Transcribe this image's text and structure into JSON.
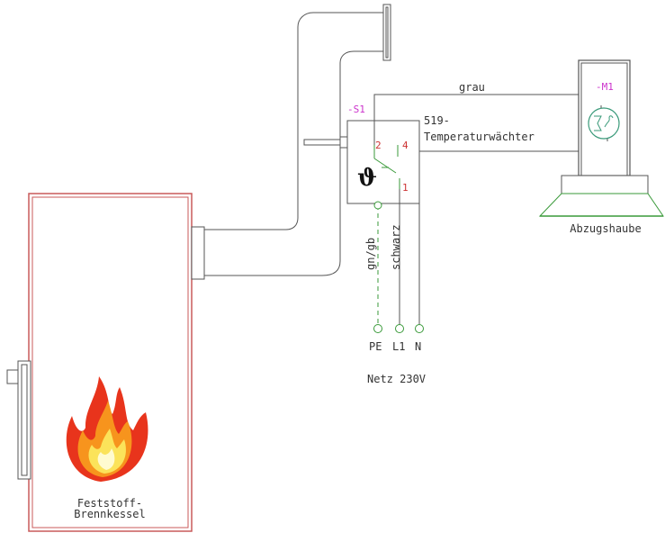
{
  "labels": {
    "s1": "-S1",
    "m1": "-M1",
    "grau": "grau",
    "thermostat_line1": "519-",
    "thermostat_line2": "Temperaturwächter",
    "abzugshaube": "Abzugshaube",
    "gngb": "gn/gb",
    "schwarz": "schwarz",
    "pe": "PE",
    "l1": "L1",
    "n": "N",
    "netz": "Netz 230V",
    "kessel_line1": "Feststoff-",
    "kessel_line2": "Brennkessel",
    "theta": "ϑ",
    "terminal_2": "2",
    "terminal_4": "4",
    "terminal_1": "1"
  },
  "colors": {
    "line": "#555555",
    "magenta": "#cc33cc",
    "red_terminal": "#cc3333",
    "kessel_border": "#c85a5a",
    "green": "#3a9a3a",
    "motor": "#3a9a7a"
  },
  "icons": {
    "flame": "flame-icon",
    "motor": "motor-icon",
    "hood": "extractor-hood-icon"
  }
}
